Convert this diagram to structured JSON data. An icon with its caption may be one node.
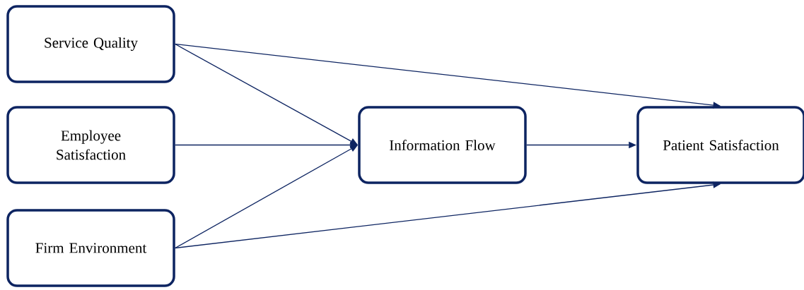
{
  "diagram": {
    "nodes": [
      {
        "text": [
          "Service Quality"
        ]
      },
      {
        "text": [
          "Employee Satisfaction"
        ]
      },
      {
        "text": [
          "Firm Environment"
        ]
      },
      {
        "text": [
          "Information Flow"
        ]
      },
      {
        "text": [
          "Patient Satisfaction"
        ]
      }
    ],
    "edges": [
      {
        "from": 0,
        "to": 3,
        "arrow": "to"
      },
      {
        "from": 1,
        "to": 3,
        "arrow": "to"
      },
      {
        "from": 2,
        "to": 3,
        "arrow": "to"
      },
      {
        "from": 3,
        "to": 4,
        "arrow": "to"
      },
      {
        "from": 0,
        "to": 4,
        "arrow": "to"
      },
      {
        "from": 2,
        "to": 4,
        "arrow": "to"
      }
    ]
  }
}
